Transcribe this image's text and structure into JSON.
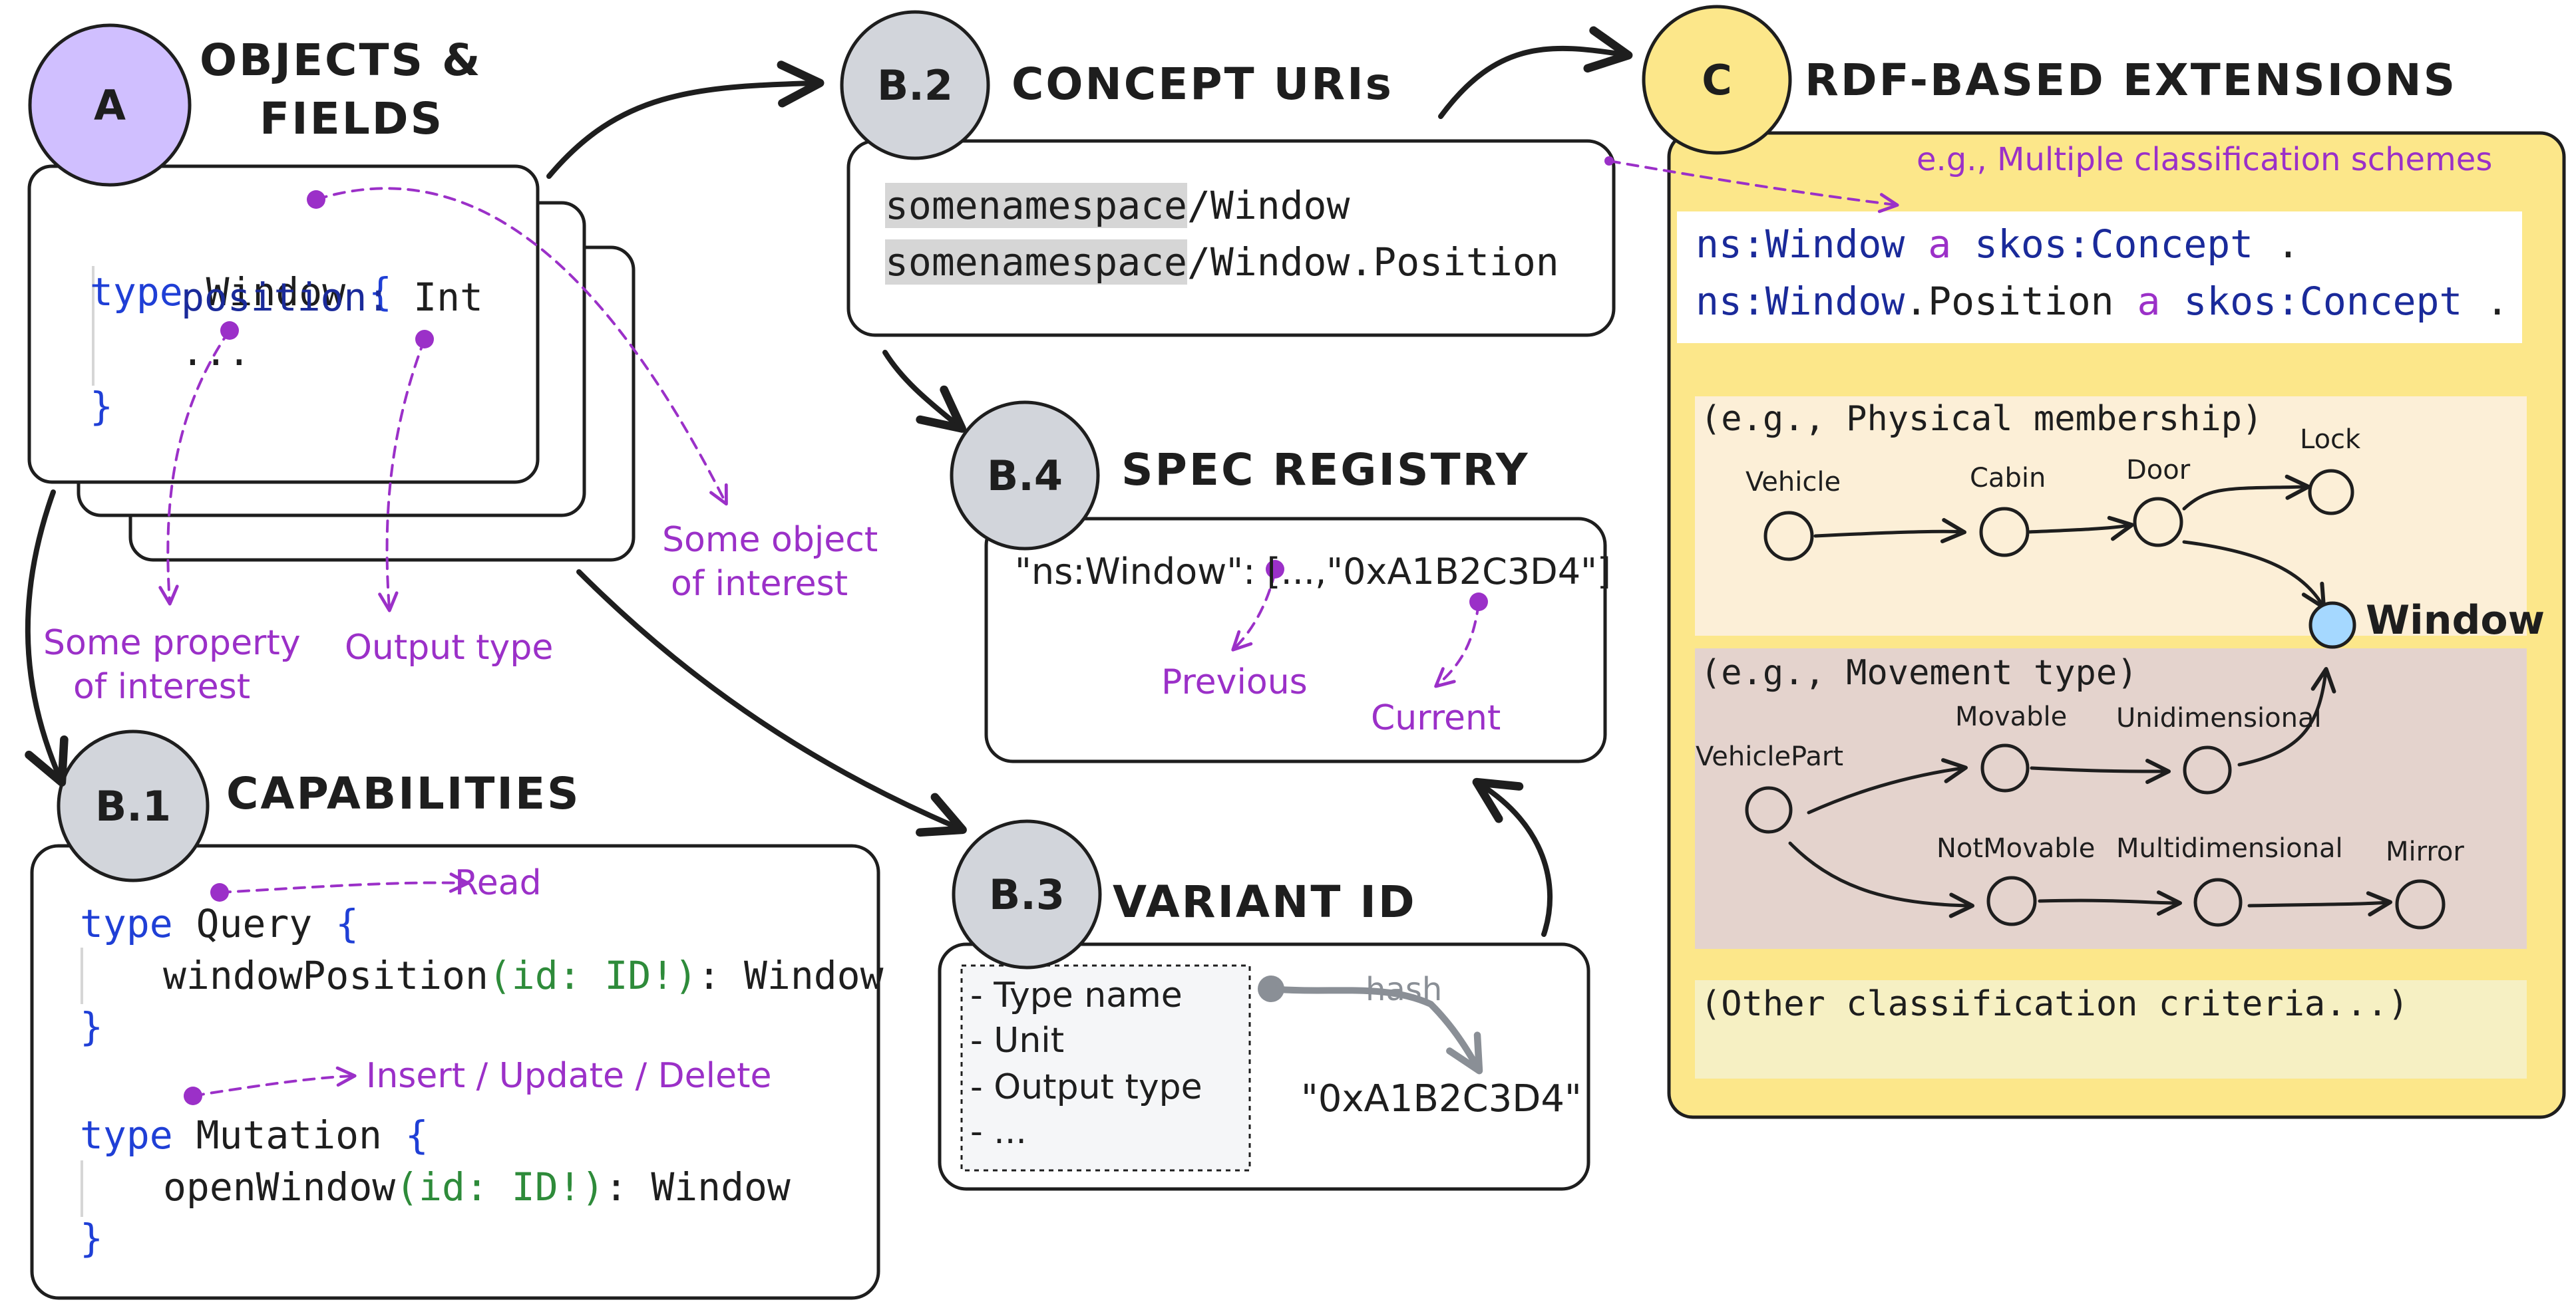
{
  "colors": {
    "stroke": "#1e1e1e",
    "purple_badge": "#d0bfff",
    "gray_badge": "#d2d5db",
    "yellow": "#fce78a",
    "annotation": "#9b30c8",
    "keyword": "#1f3fd6",
    "window_node": "#a5d8ff"
  },
  "a": {
    "badge": "A",
    "title_line1": "OBJECTS &",
    "title_line2": "FIELDS",
    "code": {
      "kw": "type",
      "name": " Window ",
      "brace_open": "{",
      "field": "position:",
      "field_type": " Int",
      "ellipsis": "...",
      "brace_close": "}"
    },
    "notes": {
      "property": [
        "Some property",
        "of interest"
      ],
      "output": "Output type",
      "object": [
        "Some object",
        "of interest"
      ]
    }
  },
  "b1": {
    "badge": "B.1",
    "title": "CAPABILITIES",
    "query": {
      "kw": "type",
      "name": " Query ",
      "open": "{",
      "field": "windowPosition",
      "args": "(id: ID!)",
      "ret": ": Window",
      "close": "}"
    },
    "mutation": {
      "kw": "type",
      "name": " Mutation ",
      "open": "{",
      "field": "openWindow",
      "args": "(id: ID!)",
      "ret": ": Window",
      "close": "}"
    },
    "read_note": "Read",
    "write_note": "Insert / Update / Delete"
  },
  "b2": {
    "badge": "B.2",
    "title": "CONCEPT URIs",
    "uri1_ns": "somenamespace",
    "uri1_rest": "/Window",
    "uri2_ns": "somenamespace",
    "uri2_rest": "/Window.Position"
  },
  "b3": {
    "badge": "B.3",
    "title": "VARIANT ID",
    "inputs": [
      "- Type name",
      "- Unit",
      "- Output type",
      "- ..."
    ],
    "hash_label": "hash",
    "result": "\"0xA1B2C3D4\""
  },
  "b4": {
    "badge": "B.4",
    "title": "SPEC REGISTRY",
    "entry": "\"ns:Window\": [...,\"0xA1B2C3D4\"]",
    "previous": "Previous",
    "current": "Current"
  },
  "c": {
    "badge": "C",
    "title": "RDF-BASED EXTENSIONS",
    "note": "e.g., Multiple classification schemes",
    "triple1": {
      "s": "ns:Window",
      "p": " a ",
      "o": "skos:Concept",
      "end": " ."
    },
    "triple2": {
      "s": "ns:Window",
      "s2": ".Position",
      "p": " a ",
      "o": "skos:Concept",
      "end": " ."
    },
    "physical": {
      "label": "(e.g., Physical membership)",
      "nodes": [
        "Vehicle",
        "Cabin",
        "Door",
        "Lock"
      ]
    },
    "window_label": "Window",
    "movement": {
      "label": "(e.g., Movement type)",
      "nodes": [
        "VehiclePart",
        "Movable",
        "Unidimensional",
        "NotMovable",
        "Multidimensional",
        "Mirror"
      ]
    },
    "other": "(Other classification criteria...)"
  }
}
